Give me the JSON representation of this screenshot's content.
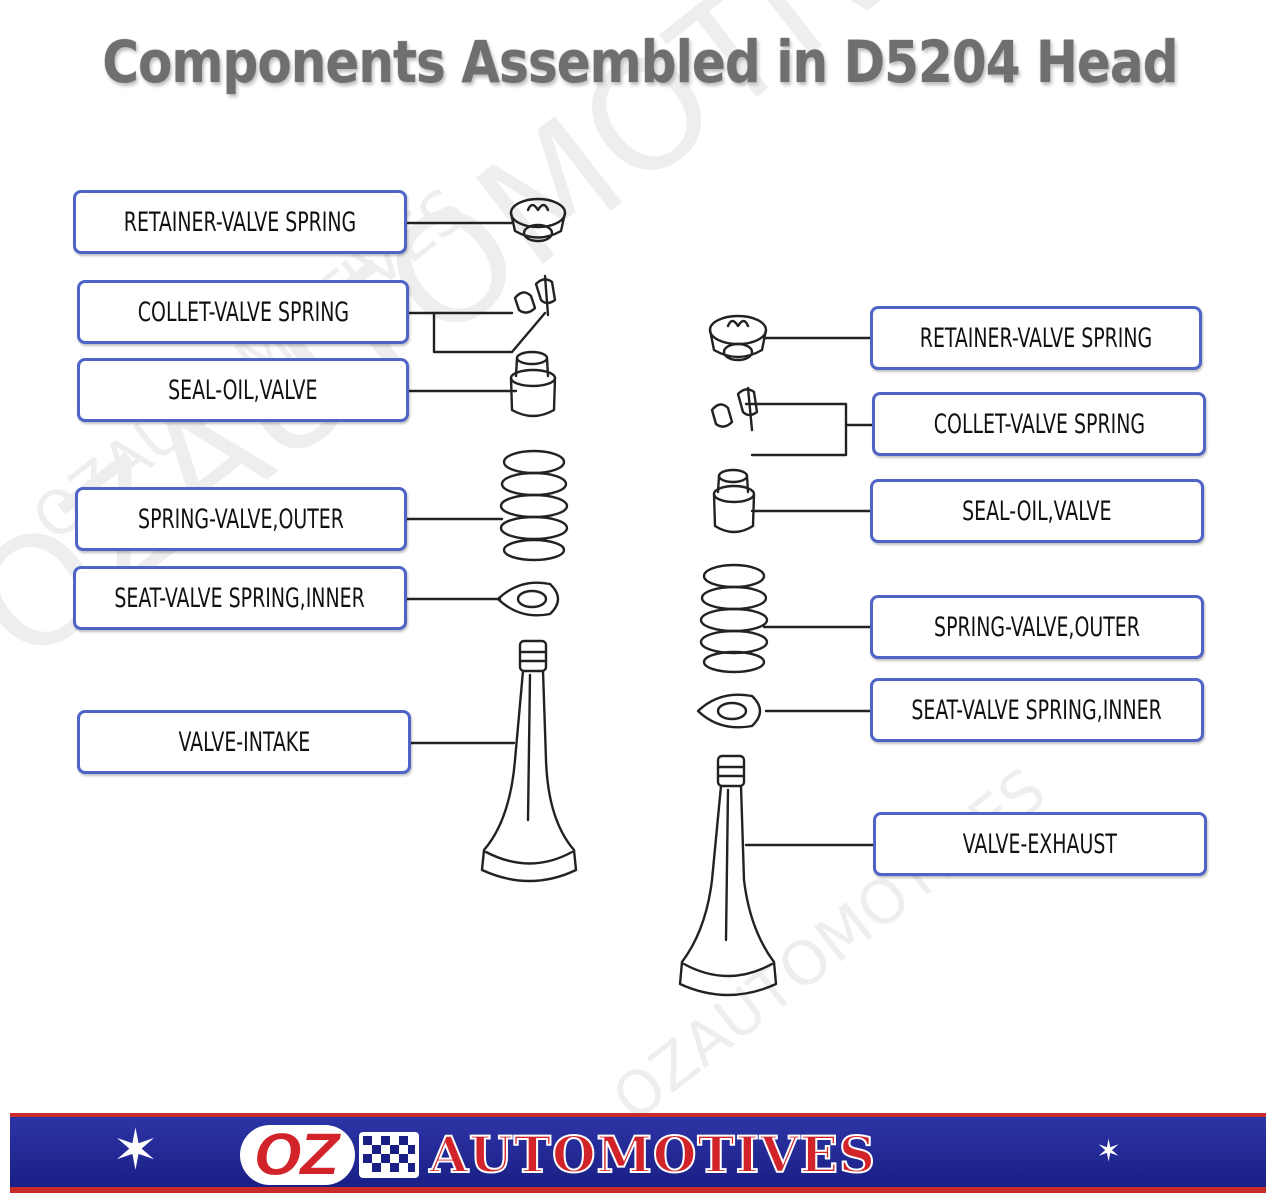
{
  "title": "Components Assembled in D5204 Head",
  "intake": {
    "labels": [
      "RETAINER-VALVE SPRING",
      "COLLET-VALVE SPRING",
      "SEAL-OIL,VALVE",
      "SPRING-VALVE,OUTER",
      "SEAT-VALVE SPRING,INNER",
      "VALVE-INTAKE"
    ]
  },
  "exhaust": {
    "labels": [
      "RETAINER-VALVE SPRING",
      "COLLET-VALVE SPRING",
      "SEAL-OIL,VALVE",
      "SPRING-VALVE,OUTER",
      "SEAT-VALVE SPRING,INNER",
      "VALVE-EXHAUST"
    ]
  },
  "watermark": {
    "text": "OZAUTOMOTIVES"
  },
  "banner": {
    "logo_oz": "OZ",
    "logo_brand": "AUTOMOTIVES",
    "star_icon": "star-icon",
    "colors": {
      "blue": "#2d35a6",
      "red": "#d2232a"
    }
  },
  "colors": {
    "label_border": "#4e64c6",
    "title": "#6f6f6f"
  }
}
